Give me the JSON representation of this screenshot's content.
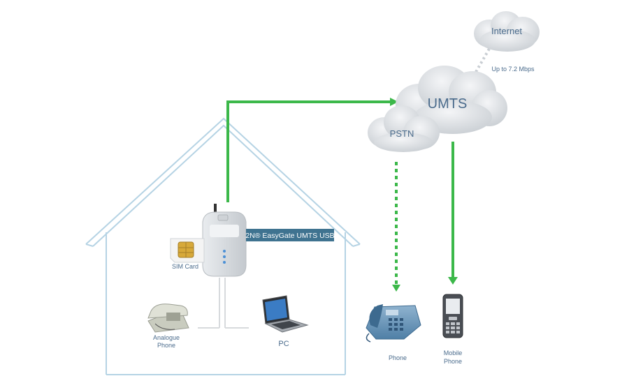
{
  "clouds": {
    "internet": "Internet",
    "umts": "UMTS",
    "pstn": "PSTN"
  },
  "speed_label": "Up to 7.2 Mbps",
  "gateway_label": "2N® EasyGate UMTS USB",
  "devices": {
    "sim_card": "SIM Card",
    "analogue_phone_line1": "Analogue",
    "analogue_phone_line2": "Phone",
    "pc": "PC",
    "phone": "Phone",
    "mobile_phone_line1": "Mobile",
    "mobile_phone_line2": "Phone"
  },
  "colors": {
    "house_outline": "#b5d3e4",
    "link_green": "#3cb84a",
    "cloud": "#d9dde1",
    "label_box": "#3f7390",
    "text_blue": "#4a6b8c"
  }
}
